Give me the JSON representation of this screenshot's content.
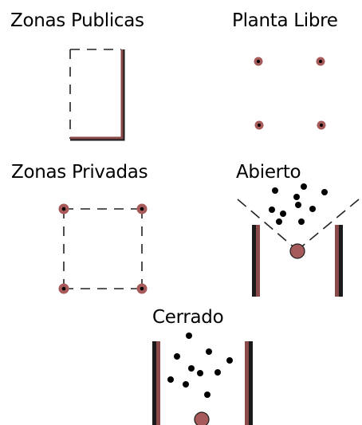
{
  "labels": {
    "zonas_publicas": "Zonas Publicas",
    "planta_libre": "Planta Libre",
    "zonas_privadas": "Zonas Privadas",
    "abierto": "Abierto",
    "cerrado": "Cerrado"
  },
  "colors": {
    "wall": "#8b4a4a",
    "wall_dark": "#1a1a1a",
    "dot": "#000000",
    "node": "#a65a5a",
    "dash": "#222222"
  }
}
